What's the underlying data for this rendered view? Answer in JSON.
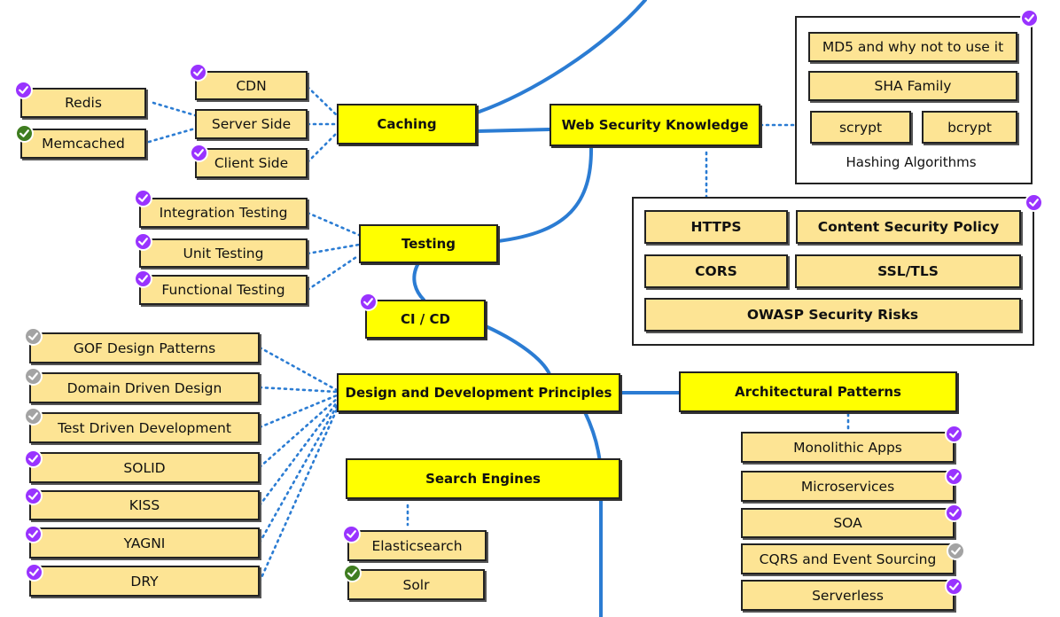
{
  "colors": {
    "topic": "#ffff00",
    "subtopic": "#fde494",
    "main_path": "#2b7cd3",
    "dotted": "#2b7cd3",
    "badge_done": "#9933ff",
    "badge_done_alt": "#3f7d20",
    "badge_skip": "#a3a3a3"
  },
  "topics": {
    "caching": "Caching",
    "web_security": "Web Security Knowledge",
    "testing": "Testing",
    "cicd": "CI / CD",
    "design_principles": "Design and Development Principles",
    "architectural_patterns": "Architectural Patterns",
    "search_engines": "Search Engines"
  },
  "caching": {
    "cdn": "CDN",
    "server_side": "Server Side",
    "client_side": "Client Side",
    "redis": "Redis",
    "memcached": "Memcached"
  },
  "hashing": {
    "label": "Hashing Algorithms",
    "md5": "MD5 and why not to use it",
    "sha": "SHA Family",
    "scrypt": "scrypt",
    "bcrypt": "bcrypt"
  },
  "security": {
    "https": "HTTPS",
    "csp": "Content Security Policy",
    "cors": "CORS",
    "ssl_tls": "SSL/TLS",
    "owasp": "OWASP Security Risks"
  },
  "testing": {
    "integration": "Integration Testing",
    "unit": "Unit Testing",
    "functional": "Functional Testing"
  },
  "design": {
    "gof": "GOF Design Patterns",
    "ddd": "Domain Driven Design",
    "tdd": "Test Driven Development",
    "solid": "SOLID",
    "kiss": "KISS",
    "yagni": "YAGNI",
    "dry": "DRY"
  },
  "search": {
    "elasticsearch": "Elasticsearch",
    "solr": "Solr"
  },
  "architecture": {
    "monolithic": "Monolithic Apps",
    "microservices": "Microservices",
    "soa": "SOA",
    "cqrs": "CQRS and Event Sourcing",
    "serverless": "Serverless"
  }
}
